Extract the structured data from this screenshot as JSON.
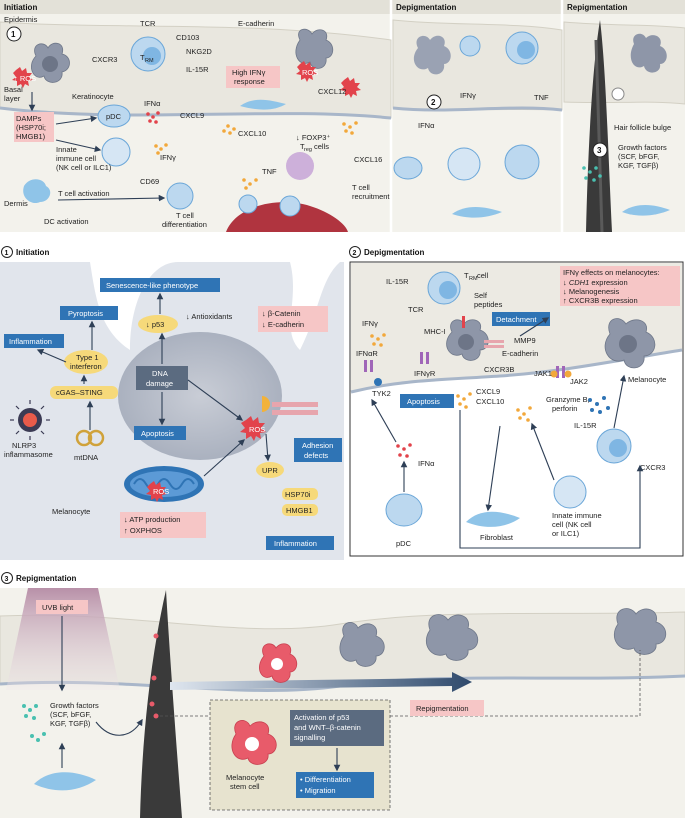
{
  "top": {
    "panels": {
      "initiation": "Initiation",
      "depigmentation": "Depigmentation",
      "repigmentation": "Repigmentation"
    },
    "labels": {
      "epidermis": "Epidermis",
      "basal_layer_1": "Basal",
      "basal_layer_2": "layer",
      "dermis": "Dermis",
      "ros": "↑ ROS",
      "keratinocyte": "Keratinocyte",
      "cxcr3": "CXCR3",
      "tcr": "TCR",
      "trm": "T",
      "trm_sub": "RM",
      "cd103": "CD103",
      "nkg2d": "NKG2D",
      "il15r": "IL-15R",
      "ecadherin": "E-cadherin",
      "high_ifn_1": "High IFNγ",
      "high_ifn_2": "response",
      "damps_1": "DAMPs",
      "damps_2": "(HSP70i;",
      "damps_3": "HMGB1)",
      "pdc": "pDC",
      "ifna": "IFNα",
      "cxcl9": "CXCL9",
      "cxcl10": "CXCL10",
      "cxcl12": "CXCL12",
      "ros_small": "ROS",
      "foxp3_1": "↓ FOXP3⁺",
      "foxp3_2": "T",
      "foxp3_sub": "reg",
      "foxp3_3": "cells",
      "cxcl16": "CXCL16",
      "innate_1": "Innate",
      "innate_2": "immune cell",
      "innate_3": "(NK cell or ILC1)",
      "ifng": "IFNγ",
      "tnf": "TNF",
      "cd69": "CD69",
      "tcell_activation": "T cell activation",
      "dc_activation": "DC activation",
      "tcell_diff_1": "T cell",
      "tcell_diff_2": "differentiation",
      "tcell_rec_1": "T cell",
      "tcell_rec_2": "recruitment",
      "dep_ifng": "IFNγ",
      "dep_ifna": "IFNα",
      "dep_tnf": "TNF",
      "hair_follicle": "Hair follicle bulge",
      "gf_1": "Growth factors",
      "gf_2": "(SCF, bFGF,",
      "gf_3": "KGF, TGFβ)",
      "num1": "1",
      "num2": "2",
      "num3": "3"
    }
  },
  "mid_left": {
    "title_num": "1",
    "title": "Initiation",
    "senescence": "Senescence-like phenotype",
    "pyroptosis": "Pyroptosis",
    "inflammation": "Inflammation",
    "type1_ifn_1": "Type 1",
    "type1_ifn_2": "interferon",
    "cgas": "cGAS–STING",
    "nlrp3_1": "NLRP3",
    "nlrp3_2": "inflammasome",
    "mtdna": "mtDNA",
    "melanocyte": "Melanocyte",
    "p53": "↓ p53",
    "antioxidants": "↓ Antioxidants",
    "bcat": "↓ β-Catenin",
    "ecad": "↓ E-cadherin",
    "dna_1": "DNA",
    "dna_2": "damage",
    "apoptosis": "Apoptosis",
    "ros": "ROS",
    "ros2": "ROS",
    "adhesion_1": "Adhesion",
    "adhesion_2": "defects",
    "upr": "UPR",
    "hsp": "HSP70i",
    "hmgb1": "HMGB1",
    "atp": "↓ ATP production",
    "oxphos": "↑ OXPHOS",
    "inflammation2": "Inflammation"
  },
  "mid_right": {
    "title_num": "2",
    "title": "Depigmentation",
    "il15r": "IL-15R",
    "trm": "T",
    "trm_sub": "RM",
    "trm_cell": " cell",
    "tcr": "TCR",
    "self_1": "Self",
    "self_2": "peptides",
    "mhc": "MHC-I",
    "ifng": "IFNγ",
    "ifnar": "IFNαR",
    "tyk2": "TYK2",
    "ifngr": "IFNγR",
    "detachment": "Detachment",
    "mmp9": "MMP9",
    "ecad": "E-cadherin",
    "cxcr3b": "CXCR3B",
    "apoptosis": "Apoptosis",
    "cxcl9": "CXCL9",
    "cxcl10": "CXCL10",
    "jak1": "JAK1",
    "jak2": "JAK2",
    "granzyme_1": "Granzyme B,",
    "granzyme_2": "perforin",
    "melanocyte": "Melanocyte",
    "il15r2": "IL-15R",
    "cxcr3": "CXCR3",
    "ifna": "IFNα",
    "pdc": "pDC",
    "fibroblast": "Fibroblast",
    "innate_1": "Innate immune",
    "innate_2": "cell (NK cell",
    "innate_3": "or ILC1)",
    "effects_title": "IFNγ effects on melanocytes:",
    "effects_1_pre": "↓ ",
    "effects_1_gene": "CDH1",
    "effects_1_post": " expression",
    "effects_2": "↓ Melanogenesis",
    "effects_3": "↑ CXCR3B expression"
  },
  "bottom": {
    "title_num": "3",
    "title": "Repigmentation",
    "uvb": "UVB light",
    "gf_1": "Growth factors",
    "gf_2": "(SCF, bFGF,",
    "gf_3": "KGF, TGFβ)",
    "activation_1": "Activation of p53",
    "activation_2": "and WNT–β-catenin",
    "activation_3": "signalling",
    "diff": "• Differentiation",
    "migr": "• Migration",
    "stem_1": "Melanocyte",
    "stem_2": "stem cell",
    "repig": "Repigmentation"
  },
  "colors": {
    "blue_box": "#2f74b5",
    "pink_box": "#f6c6c6",
    "yellow": "#f6d97a",
    "ros_red": "#e2434b",
    "panel_bg": "#e7eaf0",
    "dark_box": "#5b6b80"
  }
}
